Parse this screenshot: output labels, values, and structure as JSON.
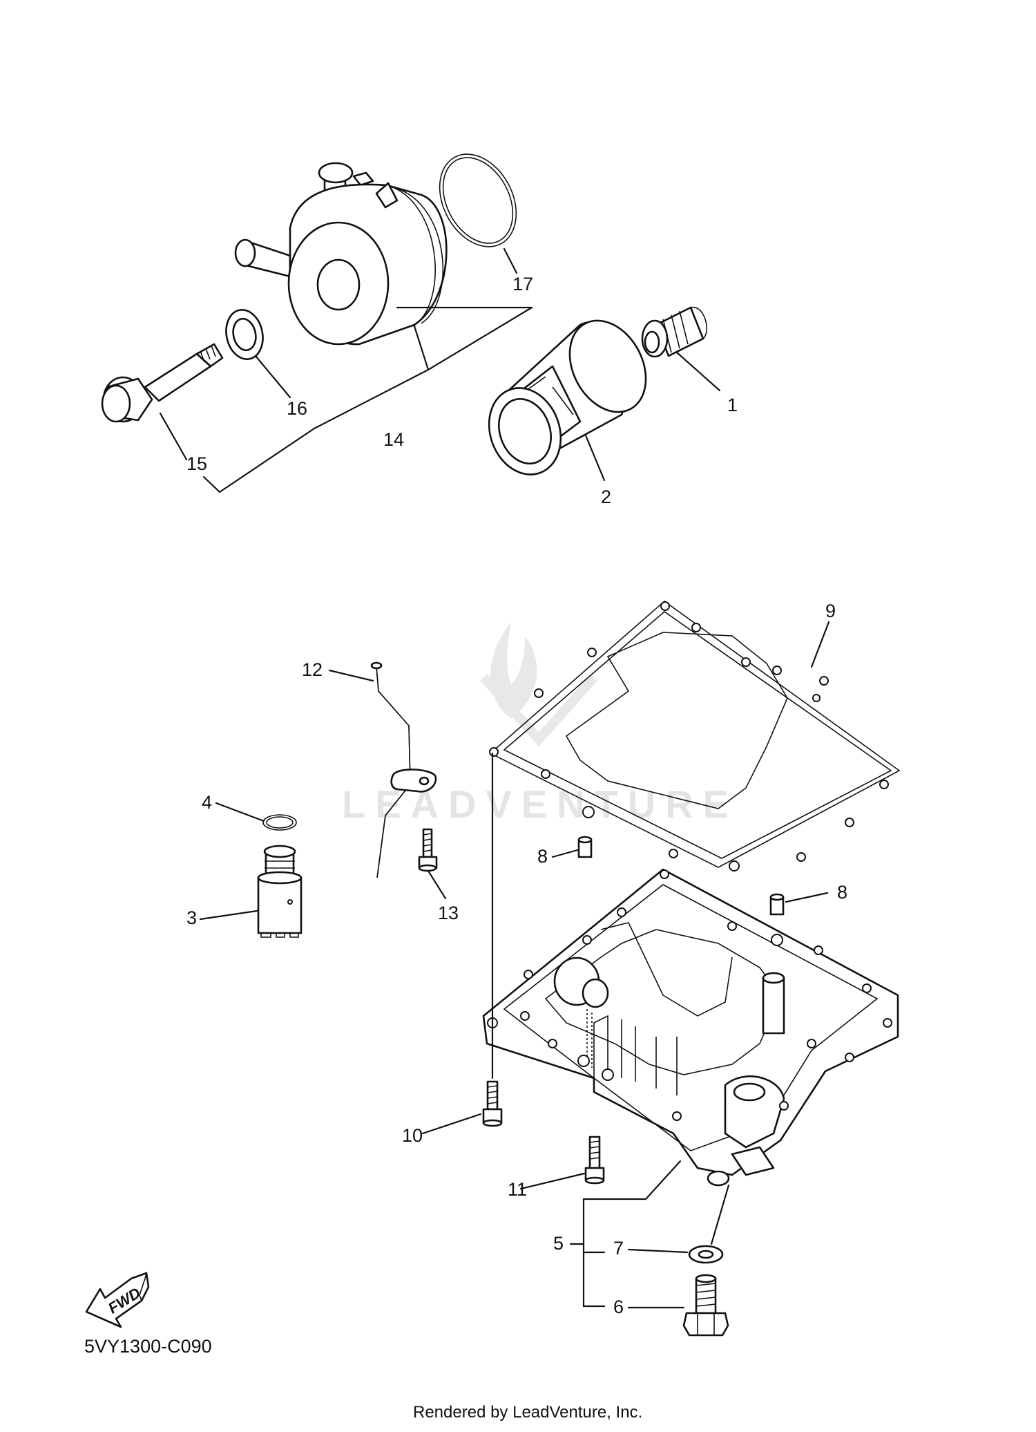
{
  "diagram": {
    "watermark": "LEADVENTURE",
    "diagram_code": "5VY1300-C090",
    "rendered_by": "Rendered by LeadVenture, Inc.",
    "fwd_label": "FWD",
    "callouts": {
      "c1": "1",
      "c2": "2",
      "c3": "3",
      "c4": "4",
      "c5": "5",
      "c6": "6",
      "c7": "7",
      "c8a": "8",
      "c8b": "8",
      "c9": "9",
      "c10": "10",
      "c11": "11",
      "c12": "12",
      "c13": "13",
      "c14": "14",
      "c15": "15",
      "c16": "16",
      "c17": "17"
    }
  }
}
